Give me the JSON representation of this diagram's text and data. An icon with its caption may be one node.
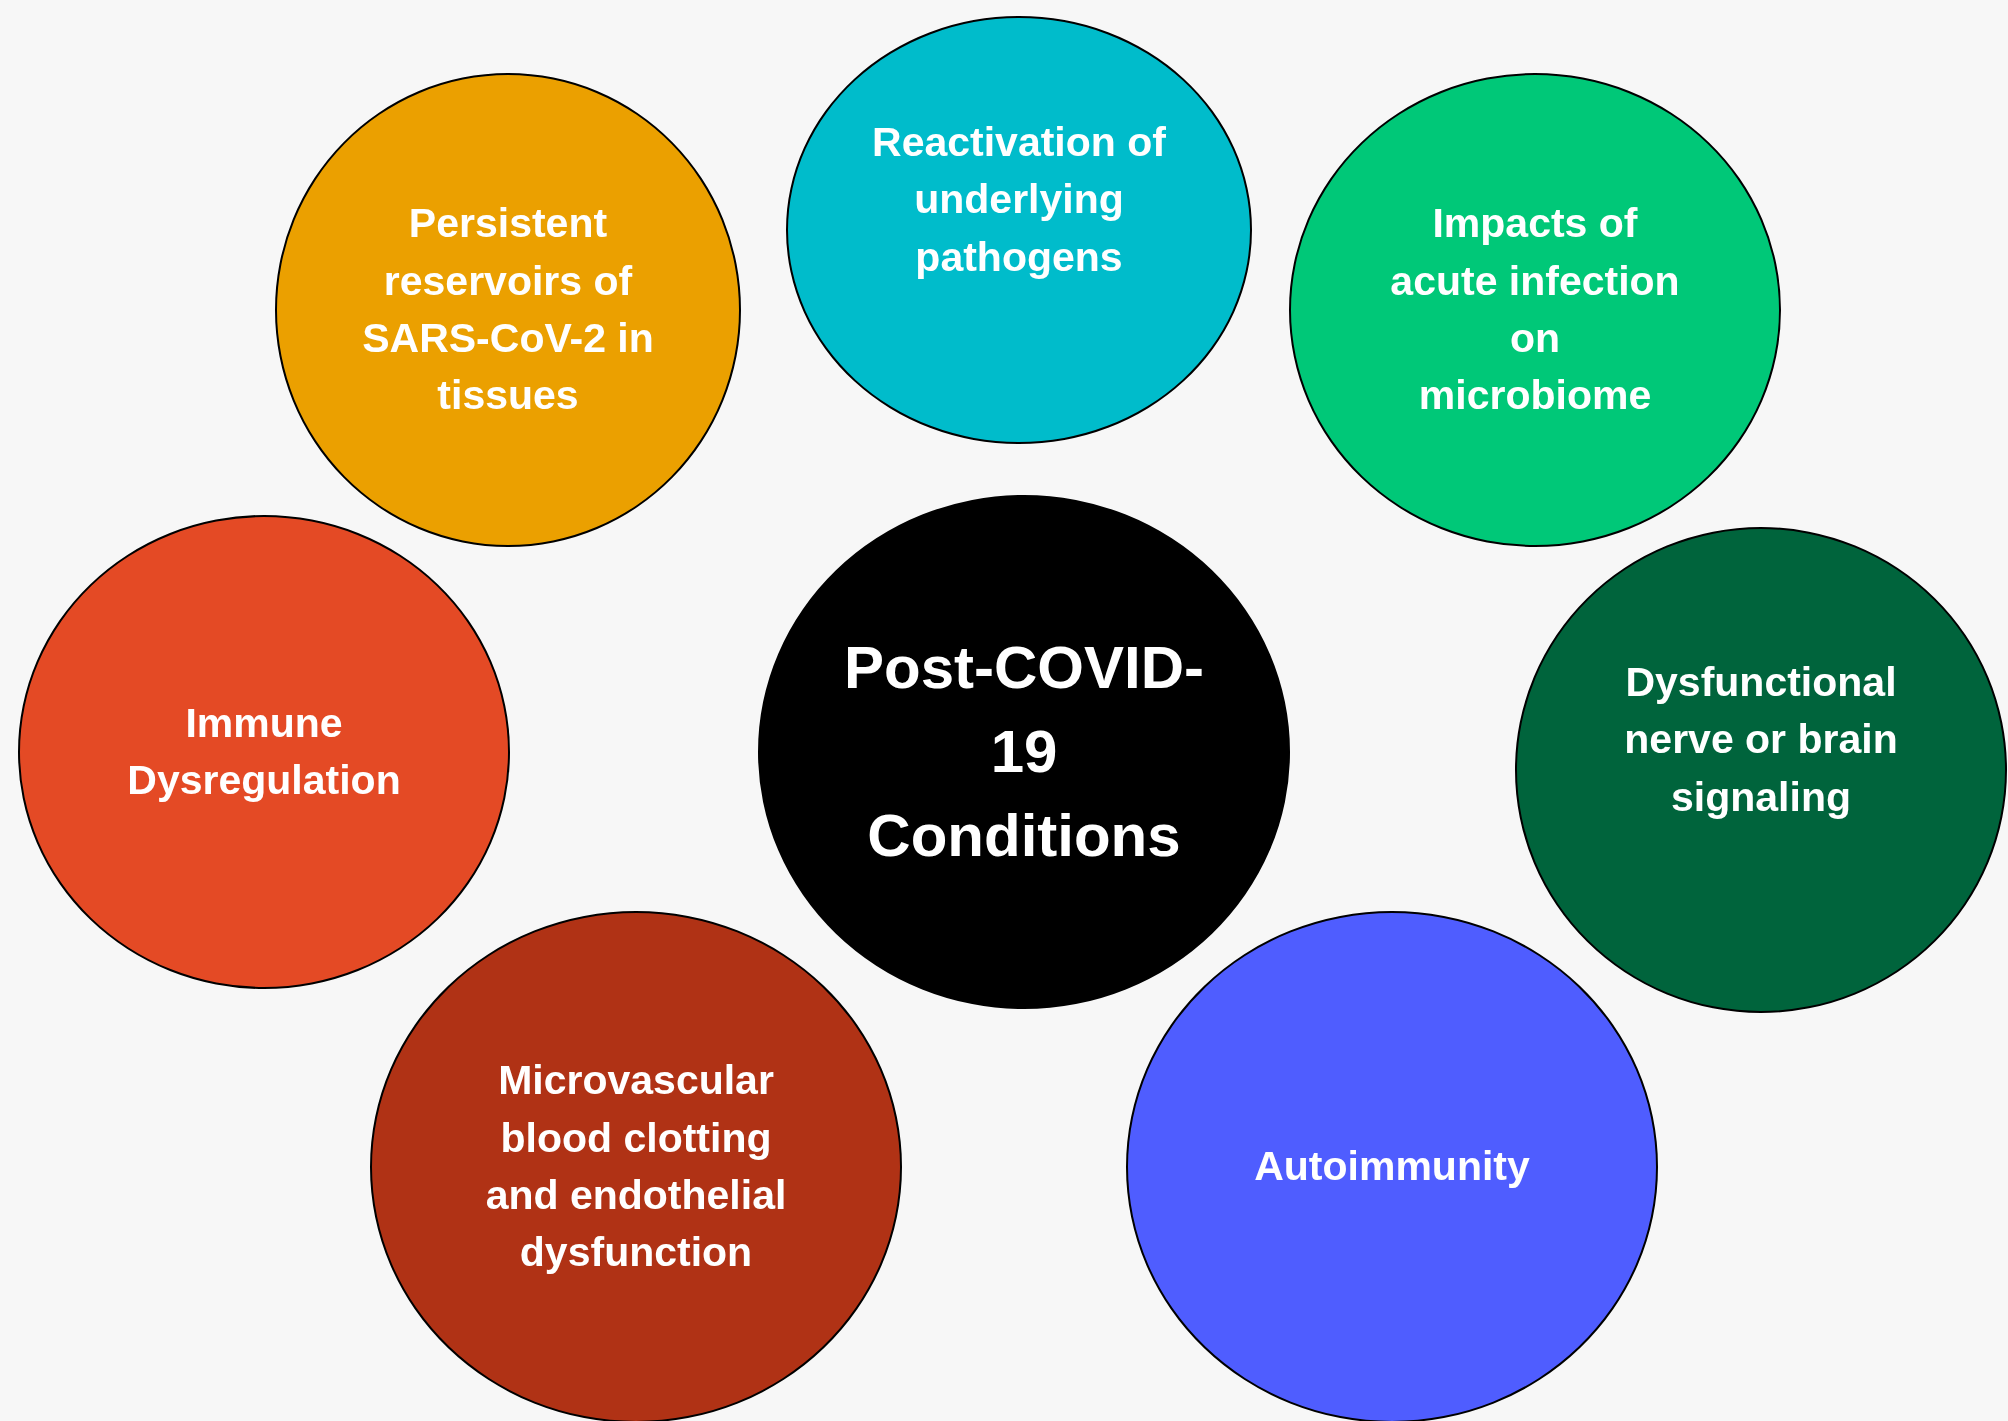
{
  "diagram": {
    "nodes": [
      {
        "text": [
          "Persistent reservoirs of SARS-CoV-2 in tissues"
        ]
      },
      {
        "text": [
          "Reactivation of underlying pathogens"
        ]
      },
      {
        "text": [
          "Impacts of acute infection on microbiome"
        ]
      },
      {
        "text": [
          "Immune Dysregulation"
        ]
      },
      {
        "text": [
          "Post-COVID-19 Conditions"
        ]
      },
      {
        "text": [
          "Dysfunctional nerve or brain signaling"
        ]
      },
      {
        "text": [
          "Microvascular blood clotting and endothelial dysfunction"
        ]
      },
      {
        "text": [
          "Autoimmunity"
        ]
      }
    ]
  }
}
